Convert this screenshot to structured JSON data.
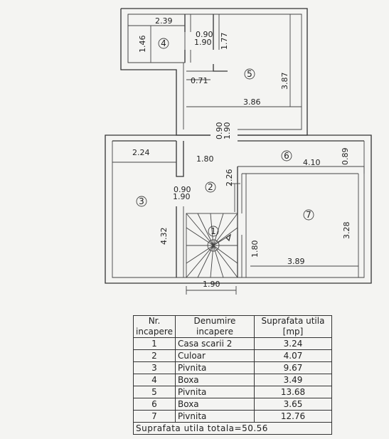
{
  "plan": {
    "rooms": [
      {
        "number": "1"
      },
      {
        "number": "2"
      },
      {
        "number": "3"
      },
      {
        "number": "4"
      },
      {
        "number": "5"
      },
      {
        "number": "6"
      },
      {
        "number": "7"
      }
    ],
    "dimensions": {
      "room4_width": "2.39",
      "room4_height": "1.46",
      "door_upper_w": "0.90",
      "door_upper_h": "1.90",
      "room5_left_h": "1.77",
      "niche_w": "0.71",
      "room5_width": "3.86",
      "room5_height": "3.87",
      "door_mid_w": "0.90",
      "door_mid_h": "1.90",
      "room3_width": "2.24",
      "corridor_width": "1.80",
      "room6_width": "4.10",
      "room6_height": "0.89",
      "door_left_w": "0.90",
      "door_left_h": "1.90",
      "corridor_height": "2.26",
      "room3_height": "4.32",
      "room7_height": "3.28",
      "stair_height": "1.80",
      "room7_width": "3.89",
      "stair_width": "1.90"
    }
  },
  "legend": {
    "headers": {
      "nr_line1": "Nr.",
      "nr_line2": "incapere",
      "name_line1": "Denumire",
      "name_line2": "incapere",
      "area_line1": "Suprafata utila",
      "area_line2": "[mp]"
    },
    "rows": [
      {
        "nr": "1",
        "name": "Casa scarii 2",
        "area": "3.24"
      },
      {
        "nr": "2",
        "name": "Culoar",
        "area": "4.07"
      },
      {
        "nr": "3",
        "name": "Pivnita",
        "area": "9.67"
      },
      {
        "nr": "4",
        "name": "Boxa",
        "area": "3.49"
      },
      {
        "nr": "5",
        "name": "Pivnita",
        "area": "13.68"
      },
      {
        "nr": "6",
        "name": "Boxa",
        "area": "3.65"
      },
      {
        "nr": "7",
        "name": "Pivnita",
        "area": "12.76"
      }
    ],
    "total": "Suprafata utila totala=50.56"
  }
}
